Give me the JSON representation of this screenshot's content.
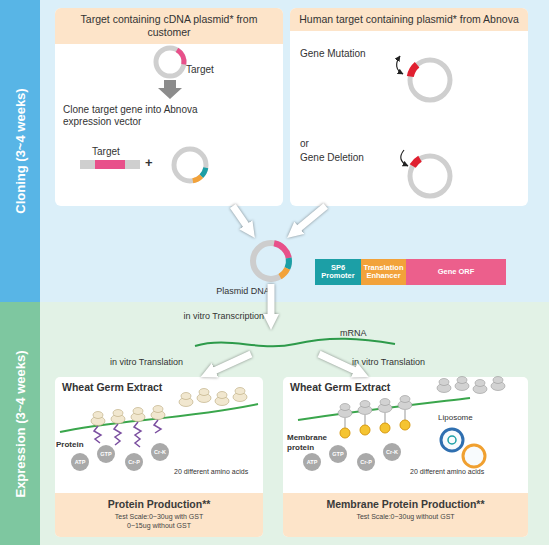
{
  "diagram": {
    "nodes": [
      {
        "text": [
          "Cloning (3~4 weeks)"
        ]
      },
      {
        "text": [
          "Target containing cDNA plasmid* from customer"
        ],
        "in": 0
      },
      {
        "text": [
          "Human target containing plasmid* from Abnova"
        ],
        "in": 0
      },
      {
        "text": [
          "Plasmid DNA"
        ],
        "in": 0
      },
      {
        "text": [
          "SP6 Promoter"
        ],
        "in": 0
      },
      {
        "text": [
          "Translation Enhancer"
        ],
        "in": 0
      },
      {
        "text": [
          "Gene ORF"
        ],
        "in": 0
      },
      {
        "text": [
          "Expression (3~4 weeks)"
        ]
      },
      {
        "text": [
          "mRNA"
        ],
        "in": 7
      },
      {
        "text": [
          "Wheat Germ Extract"
        ],
        "in": 7
      },
      {
        "text": [
          "ATP"
        ],
        "in": 9
      },
      {
        "text": [
          "GTP"
        ],
        "in": 9
      },
      {
        "text": [
          "Cr-P"
        ],
        "in": 9
      },
      {
        "text": [
          "Cr-K"
        ],
        "in": 9
      },
      {
        "text": [
          "Protein Production**",
          "Test Scale:0~30ug with GST 0~15ug without GST"
        ],
        "in": 9
      },
      {
        "text": [
          "Wheat Germ Extract"
        ],
        "in": 7
      },
      {
        "text": [
          "ATP"
        ],
        "in": 15
      },
      {
        "text": [
          "GTP"
        ],
        "in": 15
      },
      {
        "text": [
          "Cr-P"
        ],
        "in": 15
      },
      {
        "text": [
          "Cr-K"
        ],
        "in": 15
      },
      {
        "text": [
          "Membrane Protein Production**",
          "Test Scale:0~30ug without GST"
        ],
        "in": 15
      }
    ],
    "edges": [
      {
        "from": 1,
        "to": 3,
        "arrow": "to"
      },
      {
        "from": 2,
        "to": 3,
        "arrow": "to"
      },
      {
        "from": 3,
        "to": 8,
        "label": "in vitro Transcription",
        "arrow": "to"
      },
      {
        "from": 8,
        "to": 9,
        "label": "in vitro Translation",
        "arrow": "to"
      },
      {
        "from": 8,
        "to": 15,
        "label": "in vitro Translation",
        "arrow": "to"
      }
    ],
    "labels": [
      "Target",
      "Clone target gene into Abnova expression vector",
      "Target",
      "+",
      "Gene Mutation",
      "or",
      "Gene Deletion",
      "Protein",
      "20 different amino acids",
      "Membrane protein",
      "Liposome",
      "20 different amino acids"
    ]
  }
}
